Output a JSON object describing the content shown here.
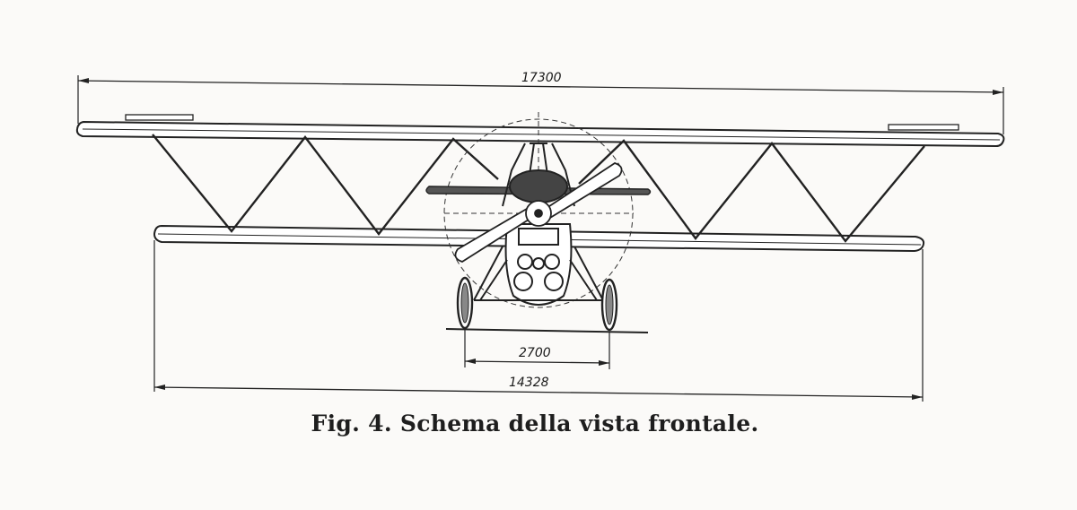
{
  "figure": {
    "caption": "Fig. 4. Schema della vista frontale.",
    "dimensions": {
      "upper_wingspan": "17300",
      "lower_wingspan": "14328",
      "wheel_track": "2700"
    }
  }
}
